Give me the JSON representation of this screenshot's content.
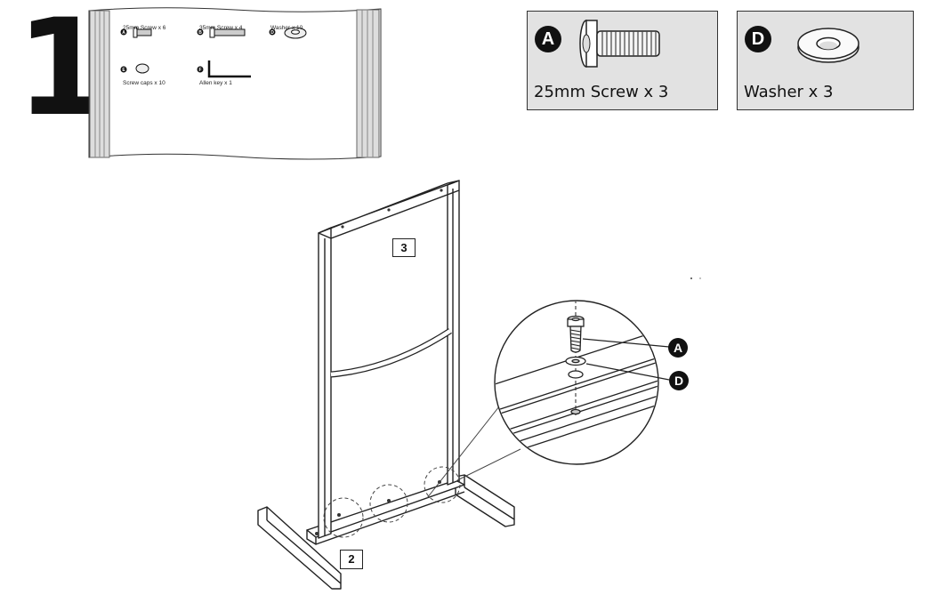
{
  "step": {
    "number": "1"
  },
  "parts_bag": {
    "items": [
      {
        "letter": "A",
        "label": "25mm Screw x  6",
        "icon": "screw-icon"
      },
      {
        "letter": "B",
        "label": "35mm Screw x  4",
        "icon": "long-screw-icon"
      },
      {
        "letter": "D",
        "label": "Washer x 10",
        "icon": "washer-icon"
      },
      {
        "letter": "E",
        "label": "Screw caps x 10",
        "icon": "screw-cap-icon"
      },
      {
        "letter": "F",
        "label": "Allen key x 1",
        "icon": "allen-key-icon"
      }
    ]
  },
  "callouts": [
    {
      "letter": "A",
      "label": "25mm Screw x 3",
      "icon": "screw-icon"
    },
    {
      "letter": "D",
      "label": "Washer x 3",
      "icon": "washer-icon"
    }
  ],
  "part_tags": {
    "frame": "3",
    "base": "2"
  },
  "detail_labels": {
    "screw": "A",
    "washer": "D"
  }
}
